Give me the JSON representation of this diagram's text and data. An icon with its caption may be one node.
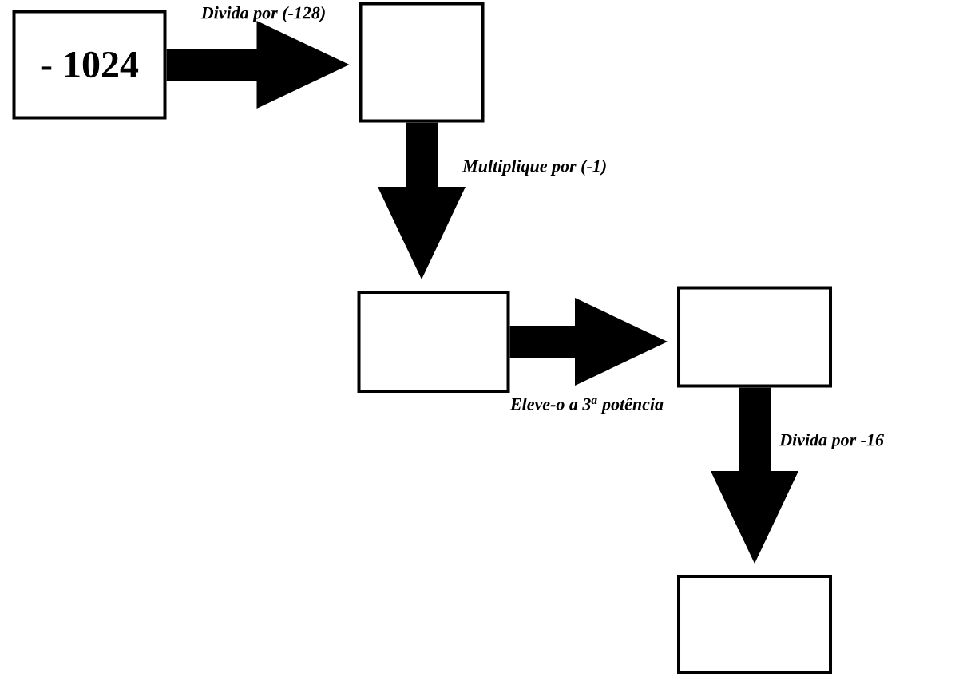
{
  "diagram": {
    "nodes": [
      {
        "text": [
          "- 1024"
        ]
      },
      {
        "text": [],
        "shape": "box"
      },
      {
        "text": [],
        "shape": "box"
      },
      {
        "text": [],
        "shape": "box"
      },
      {
        "text": [],
        "shape": "box"
      }
    ],
    "edges": [
      {
        "from": 0,
        "to": 1,
        "arrow": "to",
        "label": "Divida por (-128)"
      },
      {
        "from": 1,
        "to": 2,
        "arrow": "to",
        "label": "Multiplique por (-1)"
      },
      {
        "from": 2,
        "to": 3,
        "arrow": "to",
        "label": "Eleve-o a 3$^{a}$ potência"
      },
      {
        "from": 3,
        "to": 4,
        "arrow": "to",
        "label": "Divida por -16"
      }
    ]
  }
}
